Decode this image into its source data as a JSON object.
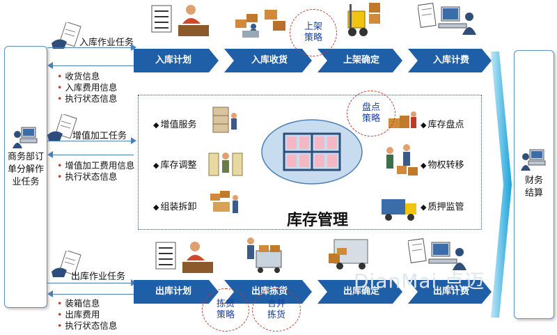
{
  "left_panel": {
    "label": "商务部订单分解作业任务"
  },
  "right_panel": {
    "label": "财务结算"
  },
  "inbound": {
    "task": "入库作业任务",
    "steps": [
      "入库计划",
      "入库收货",
      "上架确定",
      "入库计费"
    ],
    "feedback": [
      "收货信息",
      "入库费用信息",
      "执行状态信息"
    ],
    "strategy": "上架\n策略"
  },
  "value_added": {
    "task": "增值加工任务",
    "feedback": [
      "增值加工费用信息",
      "执行状态信息"
    ]
  },
  "inventory": {
    "title": "库存管理",
    "left_features": [
      "增值服务",
      "库存调整",
      "组装拆卸"
    ],
    "right_features": [
      "库存盘点",
      "物权转移",
      "质押监管"
    ],
    "strategy": "盘点\n策略"
  },
  "outbound": {
    "task": "出库作业任务",
    "steps": [
      "出库计划",
      "出库拣货",
      "出库确定",
      "出库计费"
    ],
    "feedback": [
      "装箱信息",
      "出库费用",
      "执行状态信息"
    ],
    "strategy_pick": "拣货\n策略",
    "strategy_merge": "合并\n拣货"
  },
  "watermark": "DianMai 点迈",
  "colors": {
    "step_fill": "#1f5fa8",
    "step_fill_light": "#4f8fd6",
    "accent_red": "#c0392b"
  }
}
